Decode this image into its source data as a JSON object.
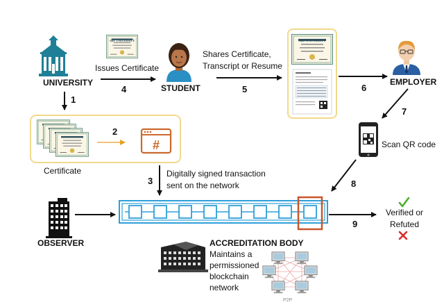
{
  "actors": {
    "university": "UNIVERSITY",
    "student": "STUDENT",
    "employer": "EMPLOYER",
    "observer": "OBSERVER"
  },
  "labels": {
    "issues_certificate": "Issues Certificate",
    "shares_line1": "Shares Certificate,",
    "shares_line2": "Transcript or Resume",
    "certificate": "Certificate",
    "signed_line1": "Digitally signed transaction",
    "signed_line2": "sent on the network",
    "scan_qr": "Scan QR code",
    "verified_line1": "Verified or",
    "verified_line2": "Refuted",
    "accreditation_title": "ACCREDITATION BODY",
    "accreditation_l1": "Maintains a",
    "accreditation_l2": "permissioned",
    "accreditation_l3": "blockchain",
    "accreditation_l4": "network",
    "p2p": "P2P",
    "cert_header": "ABC UNIVERSITY"
  },
  "steps": [
    "1",
    "2",
    "3",
    "4",
    "5",
    "6",
    "7",
    "8",
    "9"
  ],
  "colors": {
    "teal": "#1f7f96",
    "yellow_frame": "#f2d98a",
    "chain_blue": "#2e9fd9",
    "highlight_orange": "#c8562a",
    "check_green": "#4caf2a",
    "cross_red": "#d62b2b",
    "hash_orange": "#c96a2c"
  },
  "icons": [
    "university-building-icon",
    "student-avatar-icon",
    "employer-avatar-icon",
    "smartphone-qr-icon",
    "observer-building-icon",
    "accreditation-building-icon",
    "hash-window-icon",
    "certificate-icon",
    "p2p-network-icon",
    "check-icon",
    "cross-icon"
  ]
}
